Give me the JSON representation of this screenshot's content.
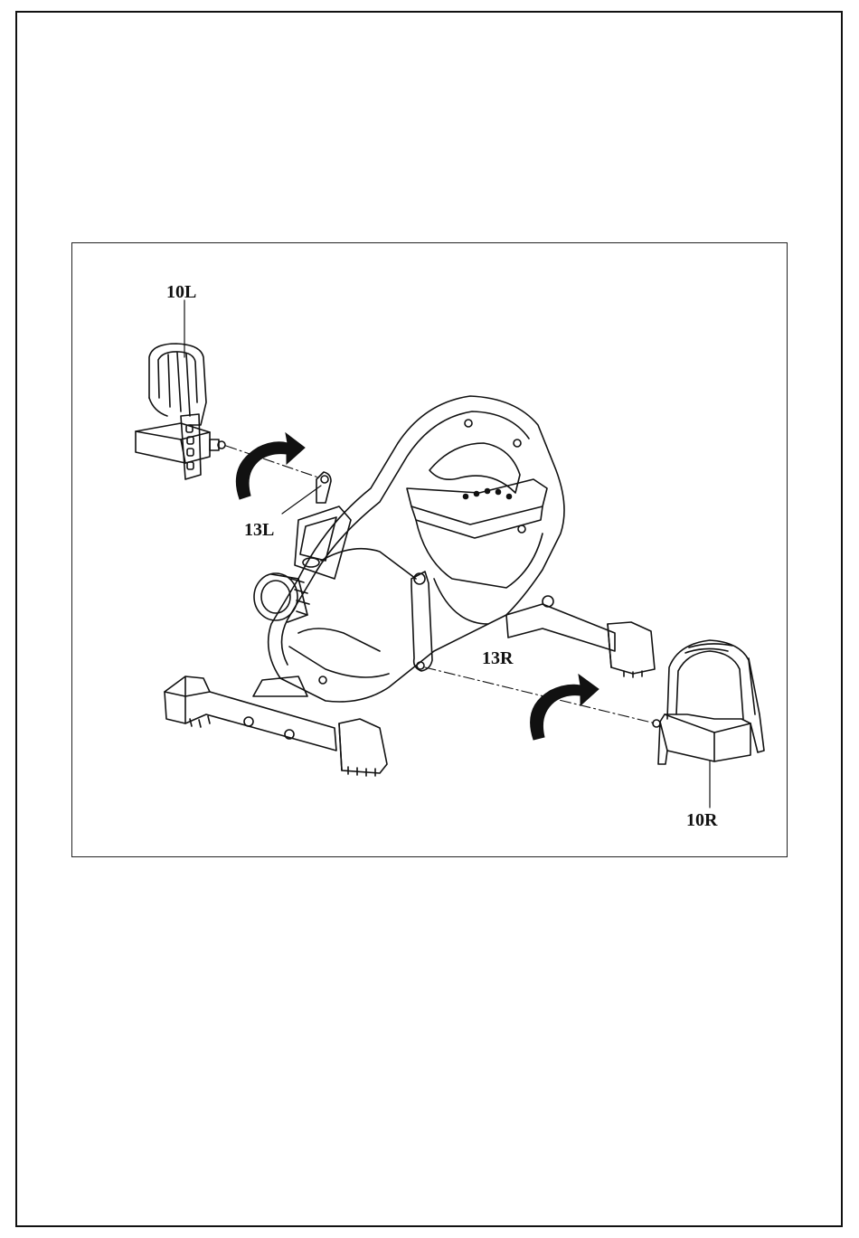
{
  "figure": {
    "labels": {
      "pedal_left": "10L",
      "pedal_right": "10R",
      "crank_left": "13L",
      "crank_right": "13R"
    },
    "colors": {
      "line": "#111111",
      "fill_dark": "#222222",
      "background": "#ffffff"
    }
  }
}
